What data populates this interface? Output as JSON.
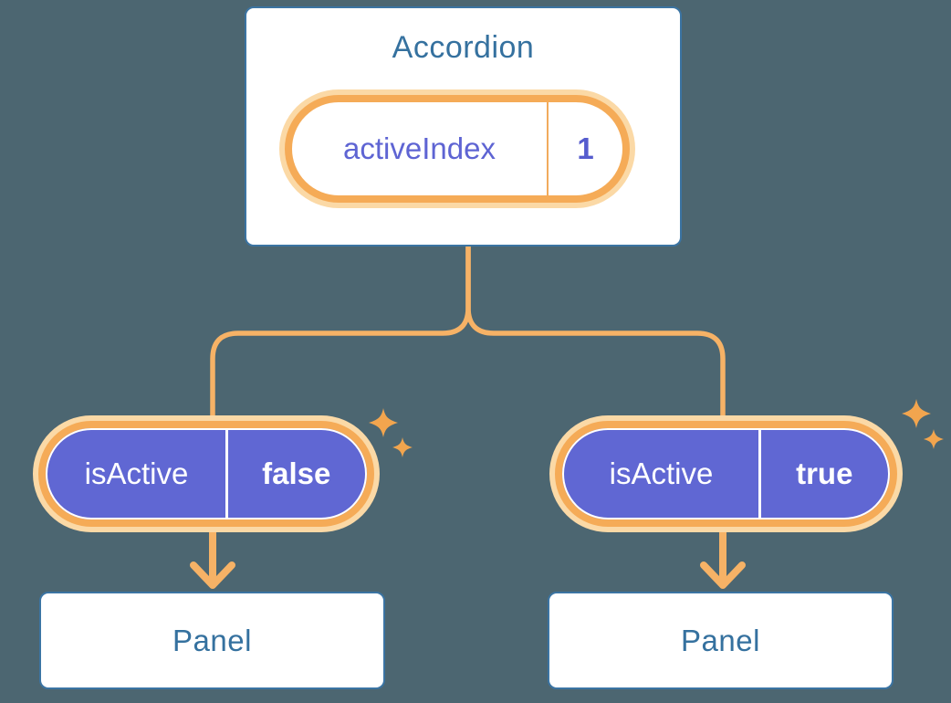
{
  "diagram": {
    "description": "React component tree showing state passed down as props",
    "root": {
      "title": "Accordion",
      "state": {
        "label": "activeIndex",
        "value": "1"
      }
    },
    "children": [
      {
        "prop": {
          "label": "isActive",
          "value": "false"
        },
        "node": {
          "title": "Panel"
        }
      },
      {
        "prop": {
          "label": "isActive",
          "value": "true"
        },
        "node": {
          "title": "Panel"
        }
      }
    ]
  },
  "colors": {
    "background": "#4c6671",
    "card_border": "#3b74a3",
    "card_text": "#35719f",
    "connector_orange": "#f6b266",
    "pill_ring_orange": "#f5ab57",
    "pill_halo": "#fbd9a6",
    "pill_purple": "#6067d3",
    "state_text_purple": "#5e64d3",
    "sparkle_orange": "#f2a54e",
    "white": "#ffffff"
  }
}
